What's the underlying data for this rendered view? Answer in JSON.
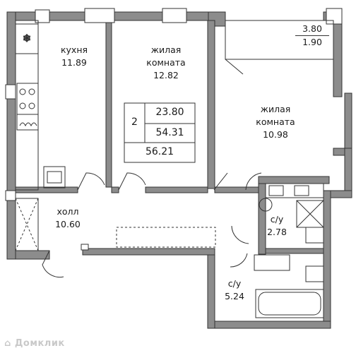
{
  "rooms": {
    "kitchen": {
      "name": "кухня",
      "area": "11.89"
    },
    "living1": {
      "name_line1": "жилая",
      "name_line2": "комната",
      "area": "12.82"
    },
    "living2": {
      "name_line1": "жилая",
      "name_line2": "комната",
      "area": "10.98"
    },
    "hall": {
      "name": "холл",
      "area": "10.60"
    },
    "bath1": {
      "name": "с/у",
      "area": "2.78"
    },
    "bath2": {
      "name": "с/у",
      "area": "5.24"
    },
    "balcony": {
      "area_full": "3.80",
      "area_reduced": "1.90"
    }
  },
  "summary": {
    "rooms_count": "2",
    "living_area": "23.80",
    "total_area_no_balcony": "54.31",
    "total_area": "56.21"
  },
  "watermark": "Домклик",
  "colors": {
    "wall": "#5a5a5a",
    "wall_fill": "#8c8c8c",
    "line": "#333333"
  }
}
